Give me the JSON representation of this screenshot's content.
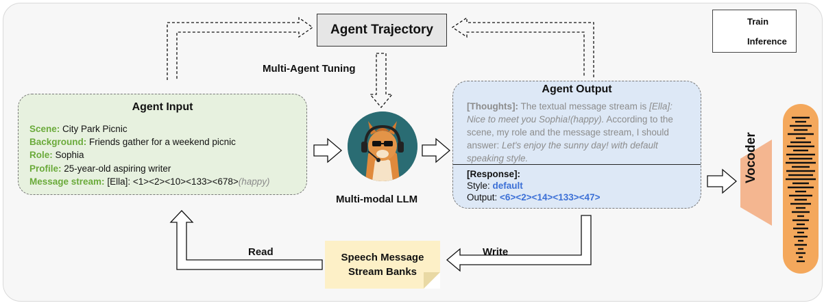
{
  "trajectory": {
    "label": "Agent Trajectory"
  },
  "legend": {
    "train": "Train",
    "inference": "Inference"
  },
  "tuning": {
    "label": "Multi-Agent Tuning"
  },
  "agent_input": {
    "title": "Agent Input",
    "scene_label": "Scene:",
    "scene_value": "City Park Picnic",
    "background_label": "Background:",
    "background_value": "Friends gather for a weekend picnic",
    "role_label": "Role:",
    "role_value": "Sophia",
    "profile_label": "Profile:",
    "profile_value": "25-year-old aspiring writer",
    "stream_label": "Message stream:",
    "stream_value": "[Ella]: <1><2><10><133><678>",
    "stream_emotion": "(happy)"
  },
  "llm": {
    "label": "Multi-modal LLM"
  },
  "agent_output": {
    "title": "Agent Output",
    "thoughts_label": "[Thoughts]:",
    "thoughts_1": "The textual message stream is",
    "thoughts_2": "[Ella]: Nice to meet you Sophia!(happy).",
    "thoughts_3": "According to the scene, my role and the message stream, I should answer:",
    "thoughts_4": "Let's enjoy the sunny day! with default speaking style.",
    "response_label": "[Response]:",
    "style_label": "Style:",
    "style_value": "default",
    "output_label": "Output:",
    "output_value": "<6><2><14><133><47>"
  },
  "banks": {
    "line1": "Speech Message",
    "line2": "Stream Banks"
  },
  "flow": {
    "read": "Read",
    "write": "Write"
  },
  "vocoder": {
    "label": "Vocoder"
  },
  "colors": {
    "input_bg": "#e7f1df",
    "output_bg": "#dde8f6",
    "label_green": "#6aaa3a",
    "accent_blue": "#3b6fd6",
    "vocoder": "#f4b690",
    "wave_bg": "#f4a85c",
    "banks_bg": "#fdf0c7"
  }
}
